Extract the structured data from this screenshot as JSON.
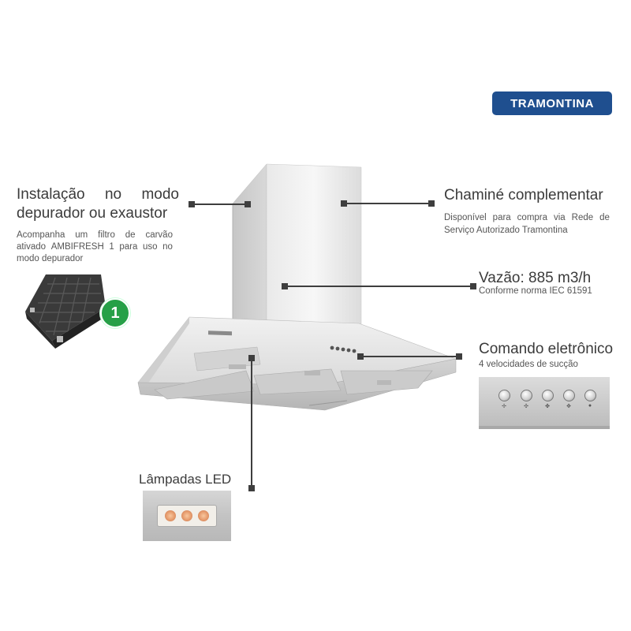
{
  "brand": {
    "name": "TRAMONTINA",
    "color": "#1f4f8f"
  },
  "callouts": {
    "instalacao": {
      "line1": [
        "Instalação",
        "no",
        "modo"
      ],
      "line2": "depurador ou exaustor",
      "desc1": [
        "Acompanha",
        "um",
        "filtro",
        "de",
        "carvão"
      ],
      "desc2": [
        "ativado",
        "AMBIFRESH",
        "1",
        "para",
        "uso",
        "no"
      ],
      "desc3": "modo depurador",
      "badge": "1"
    },
    "chamine": {
      "title": "Chaminé complementar",
      "desc1": [
        "Disponível",
        "para",
        "compra",
        "via",
        "Rede",
        "de"
      ],
      "desc2": "Serviço Autorizado Tramontina"
    },
    "vazao": {
      "title": "Vazão: 885 m3/h",
      "desc": "Conforme norma IEC 61591"
    },
    "comando": {
      "title": "Comando eletrônico",
      "desc": "4 velocidades de sucção",
      "buttons": [
        "fan-speed-1-icon",
        "fan-speed-2-icon",
        "fan-speed-3-icon",
        "fan-speed-4-icon",
        "light-icon"
      ]
    },
    "lampadas": {
      "title": "Lâmpadas LED"
    }
  },
  "colors": {
    "badge_green": "#26a047",
    "line": "#3e3e3e"
  }
}
